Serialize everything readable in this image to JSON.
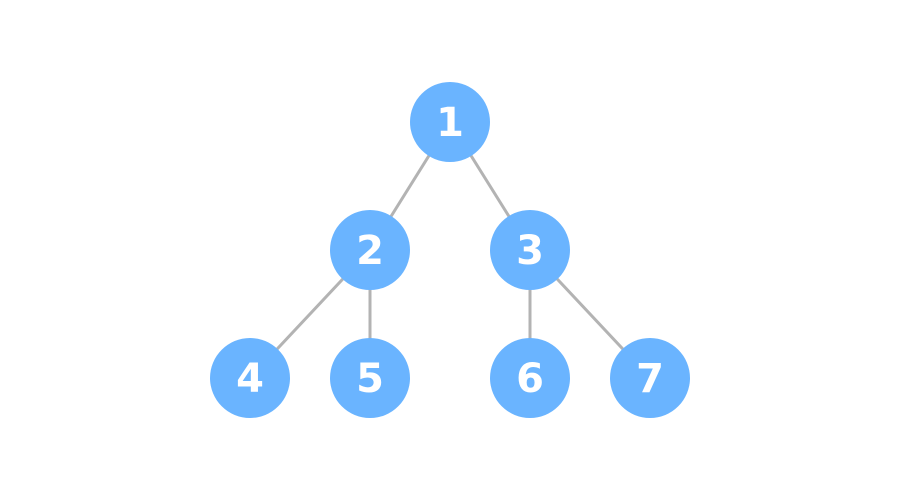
{
  "colors": {
    "node_fill": "#6ab4ff",
    "node_text": "#ffffff",
    "edge": "#b3b3b3",
    "background": "#ffffff"
  },
  "tree": {
    "nodes": [
      {
        "id": "1",
        "label": "1"
      },
      {
        "id": "2",
        "label": "2"
      },
      {
        "id": "3",
        "label": "3"
      },
      {
        "id": "4",
        "label": "4"
      },
      {
        "id": "5",
        "label": "5"
      },
      {
        "id": "6",
        "label": "6"
      },
      {
        "id": "7",
        "label": "7"
      }
    ],
    "edges": [
      {
        "from": "1",
        "to": "2"
      },
      {
        "from": "1",
        "to": "3"
      },
      {
        "from": "2",
        "to": "4"
      },
      {
        "from": "2",
        "to": "5"
      },
      {
        "from": "3",
        "to": "6"
      },
      {
        "from": "3",
        "to": "7"
      }
    ]
  }
}
